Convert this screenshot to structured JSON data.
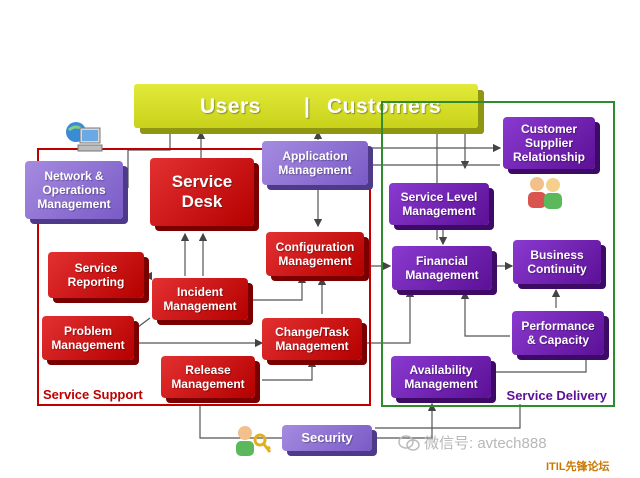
{
  "diagram": {
    "header": {
      "users": "Users",
      "separator": "|",
      "customers": "Customers"
    },
    "groups": {
      "support_label": "Service Support",
      "delivery_label": "Service Delivery"
    },
    "nodes": {
      "network_ops": "Network &\nOperations\nManagement",
      "service_desk": "Service\nDesk",
      "application_mgmt": "Application\nManagement",
      "customer_supplier": "Customer\nSupplier\nRelationship",
      "service_level": "Service Level\nManagement",
      "configuration": "Configuration\nManagement",
      "service_reporting": "Service\nReporting",
      "incident": "Incident\nManagement",
      "financial": "Financial\nManagement",
      "business_continuity": "Business\nContinuity",
      "problem": "Problem\nManagement",
      "change_task": "Change/Task\nManagement",
      "performance": "Performance\n& Capacity",
      "release": "Release\nManagement",
      "availability": "Availability\nManagement",
      "security": "Security"
    },
    "watermark": "微信号: avtech888",
    "footer_tag": "ITIL先锋论坛"
  }
}
